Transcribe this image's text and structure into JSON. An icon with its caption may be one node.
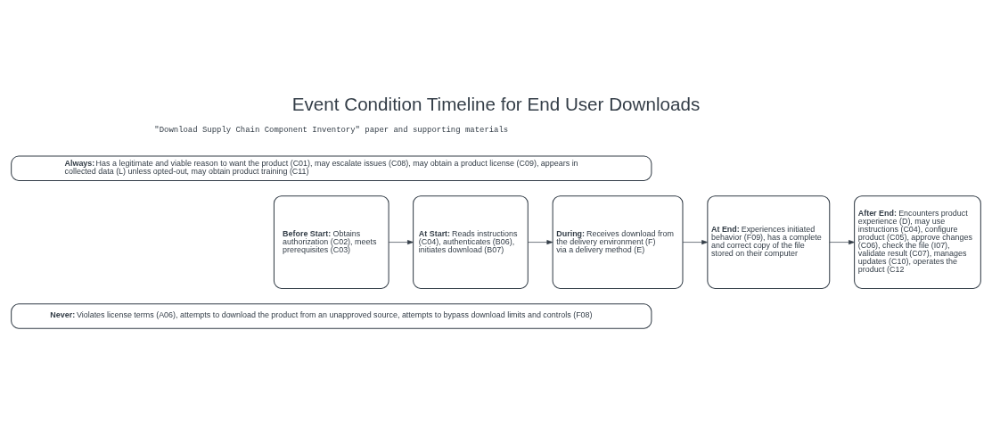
{
  "diagram": {
    "title": "Event Condition Timeline for End User Downloads",
    "nodes": [
      {
        "text": [
          "Always:",
          "Has a legitimate and viable reason to want the product (C01), may escalate issues (C08), may obtain a product license (C09), appears in collected data (L) unless opted-out, may obtain product training (C11)"
        ]
      },
      {
        "text": [
          "Before Start:",
          "Obtains authorization (C02), meets prerequisites (C03)"
        ]
      },
      {
        "text": [
          "At Start:",
          "Reads instructions (C04), authenticates (B06), initiates download (B07)"
        ]
      },
      {
        "text": [
          "During:",
          "Receives download from the delivery environment (F) via a delivery method (E)"
        ]
      },
      {
        "text": [
          "At End:",
          "Experiences initiated behavior (F09), has a complete and correct copy of the file stored on their computer"
        ]
      },
      {
        "text": [
          "After End:",
          "Encounters product experience (D), may use instructions (C04), configure product (C05), approve changes (C06), check the file (I07), validate result (C07), manages updates (C10), operates the product (C12"
        ]
      },
      {
        "text": [
          "Never:",
          "Violates license terms (A06), attempts to download the product from an unapproved source, attempts to bypass download limits and controls (F08)"
        ]
      }
    ],
    "edges": [
      {
        "from": 1,
        "to": 2,
        "arrow": "to"
      },
      {
        "from": 2,
        "to": 3,
        "arrow": "to"
      },
      {
        "from": 3,
        "to": 4,
        "arrow": "to"
      },
      {
        "from": 4,
        "to": 5,
        "arrow": "to"
      }
    ],
    "labels": [
      "\"Download Supply Chain Component Inventory\" paper and supporting materials"
    ]
  }
}
